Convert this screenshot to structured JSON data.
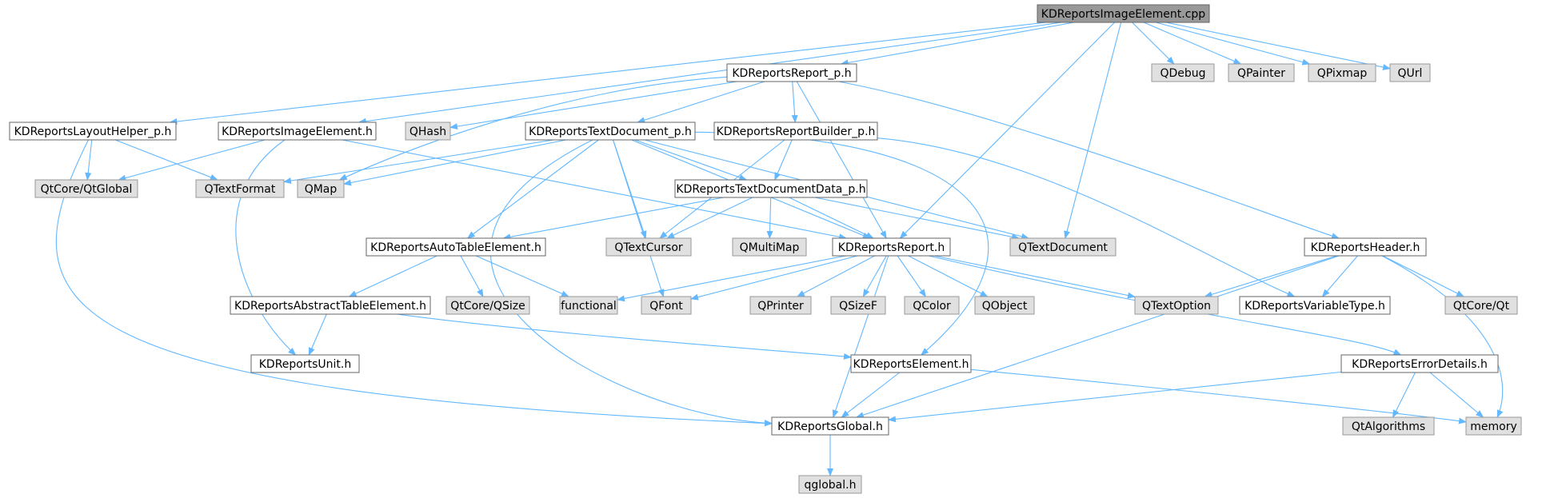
{
  "diagram": {
    "root": "KDReportsImageElement.cpp",
    "colors": {
      "edge": "#63b8ff",
      "root_fill": "#999999",
      "root_stroke": "#666666",
      "local_fill": "#ffffff",
      "local_stroke": "#666666",
      "external_fill": "#e0e0e0",
      "external_stroke": "#999999",
      "text": "#000000"
    },
    "nodes": [
      {
        "id": "root",
        "label": "KDReportsImageElement.cpp",
        "kind": "root"
      },
      {
        "id": "report_p",
        "label": "KDReportsReport_p.h",
        "kind": "local"
      },
      {
        "id": "qdebug",
        "label": "QDebug",
        "kind": "external"
      },
      {
        "id": "qpainter",
        "label": "QPainter",
        "kind": "external"
      },
      {
        "id": "qpixmap",
        "label": "QPixmap",
        "kind": "external"
      },
      {
        "id": "qurl",
        "label": "QUrl",
        "kind": "external"
      },
      {
        "id": "layouthelper",
        "label": "KDReportsLayoutHelper_p.h",
        "kind": "local"
      },
      {
        "id": "imageelement",
        "label": "KDReportsImageElement.h",
        "kind": "local"
      },
      {
        "id": "qhash",
        "label": "QHash",
        "kind": "external"
      },
      {
        "id": "textdoc_p",
        "label": "KDReportsTextDocument_p.h",
        "kind": "local"
      },
      {
        "id": "builder_p",
        "label": "KDReportsReportBuilder_p.h",
        "kind": "local"
      },
      {
        "id": "qtglobal",
        "label": "QtCore/QtGlobal",
        "kind": "external"
      },
      {
        "id": "qtextformat",
        "label": "QTextFormat",
        "kind": "external"
      },
      {
        "id": "qmap",
        "label": "QMap",
        "kind": "external"
      },
      {
        "id": "textdocdata_p",
        "label": "KDReportsTextDocumentData_p.h",
        "kind": "local"
      },
      {
        "id": "autotable",
        "label": "KDReportsAutoTableElement.h",
        "kind": "local"
      },
      {
        "id": "qtextcursor",
        "label": "QTextCursor",
        "kind": "external"
      },
      {
        "id": "qmultimap",
        "label": "QMultiMap",
        "kind": "external"
      },
      {
        "id": "report",
        "label": "KDReportsReport.h",
        "kind": "local"
      },
      {
        "id": "qtextdocument",
        "label": "QTextDocument",
        "kind": "external"
      },
      {
        "id": "header",
        "label": "KDReportsHeader.h",
        "kind": "local"
      },
      {
        "id": "abstracttable",
        "label": "KDReportsAbstractTableElement.h",
        "kind": "local"
      },
      {
        "id": "qtqsize",
        "label": "QtCore/QSize",
        "kind": "external"
      },
      {
        "id": "functional",
        "label": "functional",
        "kind": "external"
      },
      {
        "id": "qfont",
        "label": "QFont",
        "kind": "external"
      },
      {
        "id": "qprinter",
        "label": "QPrinter",
        "kind": "external"
      },
      {
        "id": "qsizef",
        "label": "QSizeF",
        "kind": "external"
      },
      {
        "id": "qcolor",
        "label": "QColor",
        "kind": "external"
      },
      {
        "id": "qobject",
        "label": "QObject",
        "kind": "external"
      },
      {
        "id": "qtextoption",
        "label": "QTextOption",
        "kind": "external"
      },
      {
        "id": "variabletype",
        "label": "KDReportsVariableType.h",
        "kind": "local"
      },
      {
        "id": "qtcoreqt",
        "label": "QtCore/Qt",
        "kind": "external"
      },
      {
        "id": "unit",
        "label": "KDReportsUnit.h",
        "kind": "local"
      },
      {
        "id": "element",
        "label": "KDReportsElement.h",
        "kind": "local"
      },
      {
        "id": "errordetails",
        "label": "KDReportsErrorDetails.h",
        "kind": "local"
      },
      {
        "id": "global",
        "label": "KDReportsGlobal.h",
        "kind": "local"
      },
      {
        "id": "qtalgorithms",
        "label": "QtAlgorithms",
        "kind": "external"
      },
      {
        "id": "memory",
        "label": "memory",
        "kind": "external"
      },
      {
        "id": "qglobal",
        "label": "qglobal.h",
        "kind": "external"
      }
    ],
    "edges": [
      [
        "root",
        "report_p"
      ],
      [
        "root",
        "qdebug"
      ],
      [
        "root",
        "qpainter"
      ],
      [
        "root",
        "qpixmap"
      ],
      [
        "root",
        "qurl"
      ],
      [
        "root",
        "layouthelper"
      ],
      [
        "root",
        "imageelement"
      ],
      [
        "root",
        "report"
      ],
      [
        "root",
        "qtextdocument"
      ],
      [
        "report_p",
        "qhash"
      ],
      [
        "report_p",
        "textdoc_p"
      ],
      [
        "report_p",
        "builder_p"
      ],
      [
        "report_p",
        "qmap"
      ],
      [
        "report_p",
        "report"
      ],
      [
        "report_p",
        "header"
      ],
      [
        "layouthelper",
        "qtglobal"
      ],
      [
        "layouthelper",
        "qtextformat"
      ],
      [
        "layouthelper",
        "global"
      ],
      [
        "imageelement",
        "qtglobal"
      ],
      [
        "imageelement",
        "unit"
      ],
      [
        "imageelement",
        "report"
      ],
      [
        "textdoc_p",
        "qtextformat"
      ],
      [
        "textdoc_p",
        "qmap"
      ],
      [
        "textdoc_p",
        "textdocdata_p"
      ],
      [
        "textdoc_p",
        "autotable"
      ],
      [
        "textdoc_p",
        "qtextcursor"
      ],
      [
        "textdoc_p",
        "qfont"
      ],
      [
        "textdoc_p",
        "global"
      ],
      [
        "textdoc_p",
        "report"
      ],
      [
        "textdoc_p",
        "element"
      ],
      [
        "textdoc_p",
        "qtextdocument"
      ],
      [
        "builder_p",
        "textdocdata_p"
      ],
      [
        "builder_p",
        "qtextcursor"
      ],
      [
        "builder_p",
        "variabletype"
      ],
      [
        "textdocdata_p",
        "autotable"
      ],
      [
        "textdocdata_p",
        "qtextcursor"
      ],
      [
        "textdocdata_p",
        "qmultimap"
      ],
      [
        "textdocdata_p",
        "report"
      ],
      [
        "textdocdata_p",
        "qtextdocument"
      ],
      [
        "autotable",
        "abstracttable"
      ],
      [
        "autotable",
        "qtqsize"
      ],
      [
        "autotable",
        "functional"
      ],
      [
        "abstracttable",
        "unit"
      ],
      [
        "abstracttable",
        "element"
      ],
      [
        "report",
        "functional"
      ],
      [
        "report",
        "qfont"
      ],
      [
        "report",
        "qprinter"
      ],
      [
        "report",
        "qsizef"
      ],
      [
        "report",
        "qcolor"
      ],
      [
        "report",
        "qobject"
      ],
      [
        "report",
        "qtextoption"
      ],
      [
        "report",
        "errordetails"
      ],
      [
        "report",
        "global"
      ],
      [
        "header",
        "qtextoption"
      ],
      [
        "header",
        "variabletype"
      ],
      [
        "header",
        "qtcoreqt"
      ],
      [
        "header",
        "memory"
      ],
      [
        "header",
        "global"
      ],
      [
        "element",
        "global"
      ],
      [
        "element",
        "memory"
      ],
      [
        "errordetails",
        "global"
      ],
      [
        "errordetails",
        "qtalgorithms"
      ],
      [
        "errordetails",
        "memory"
      ],
      [
        "global",
        "qglobal"
      ]
    ]
  }
}
